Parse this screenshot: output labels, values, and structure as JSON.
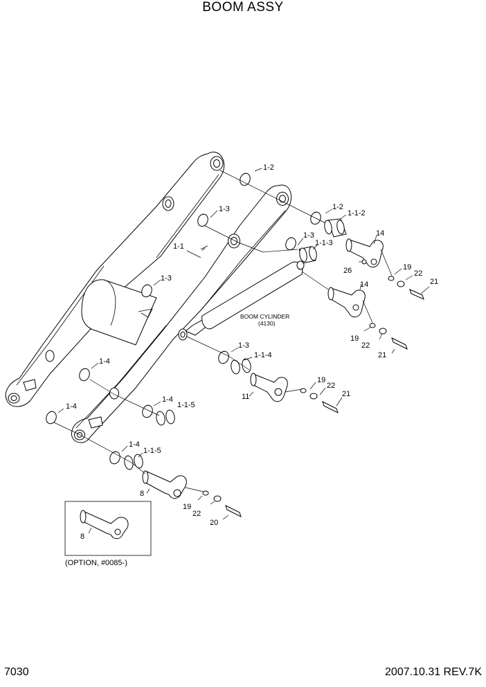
{
  "title": "BOOM ASSY",
  "page_number": "7030",
  "revision": "2007.10.31  REV.7K",
  "option_note": "(OPTION, #0085-)",
  "cylinder_label": {
    "line1": "BOOM CYLINDER",
    "line2": "(4130)"
  },
  "callouts": {
    "c_1_2_a": "1-2",
    "c_1_2_b": "1-2",
    "c_1_3_a": "1-3",
    "c_1_3_b": "1-3",
    "c_1_3_c": "1-3",
    "c_1_3_d": "1-3",
    "c_1_1": "1-1",
    "c_1_1_2": "1-1-2",
    "c_1_1_3": "1-1-3",
    "c_1_1_4": "1-1-4",
    "c_1_1_5_a": "1-1-5",
    "c_1_1_5_b": "1-1-5",
    "c_1_4_a": "1-4",
    "c_1_4_b": "1-4",
    "c_1_4_c": "1-4",
    "c_1_4_d": "1-4",
    "c_14_a": "14",
    "c_14_b": "14",
    "c_26": "26",
    "c_19_a": "19",
    "c_19_b": "19",
    "c_19_c": "19",
    "c_19_d": "19",
    "c_22_a": "22",
    "c_22_b": "22",
    "c_22_c": "22",
    "c_22_d": "22",
    "c_21_a": "21",
    "c_21_b": "21",
    "c_21_c": "21",
    "c_20": "20",
    "c_11": "11",
    "c_8_a": "8",
    "c_8_b": "8"
  }
}
